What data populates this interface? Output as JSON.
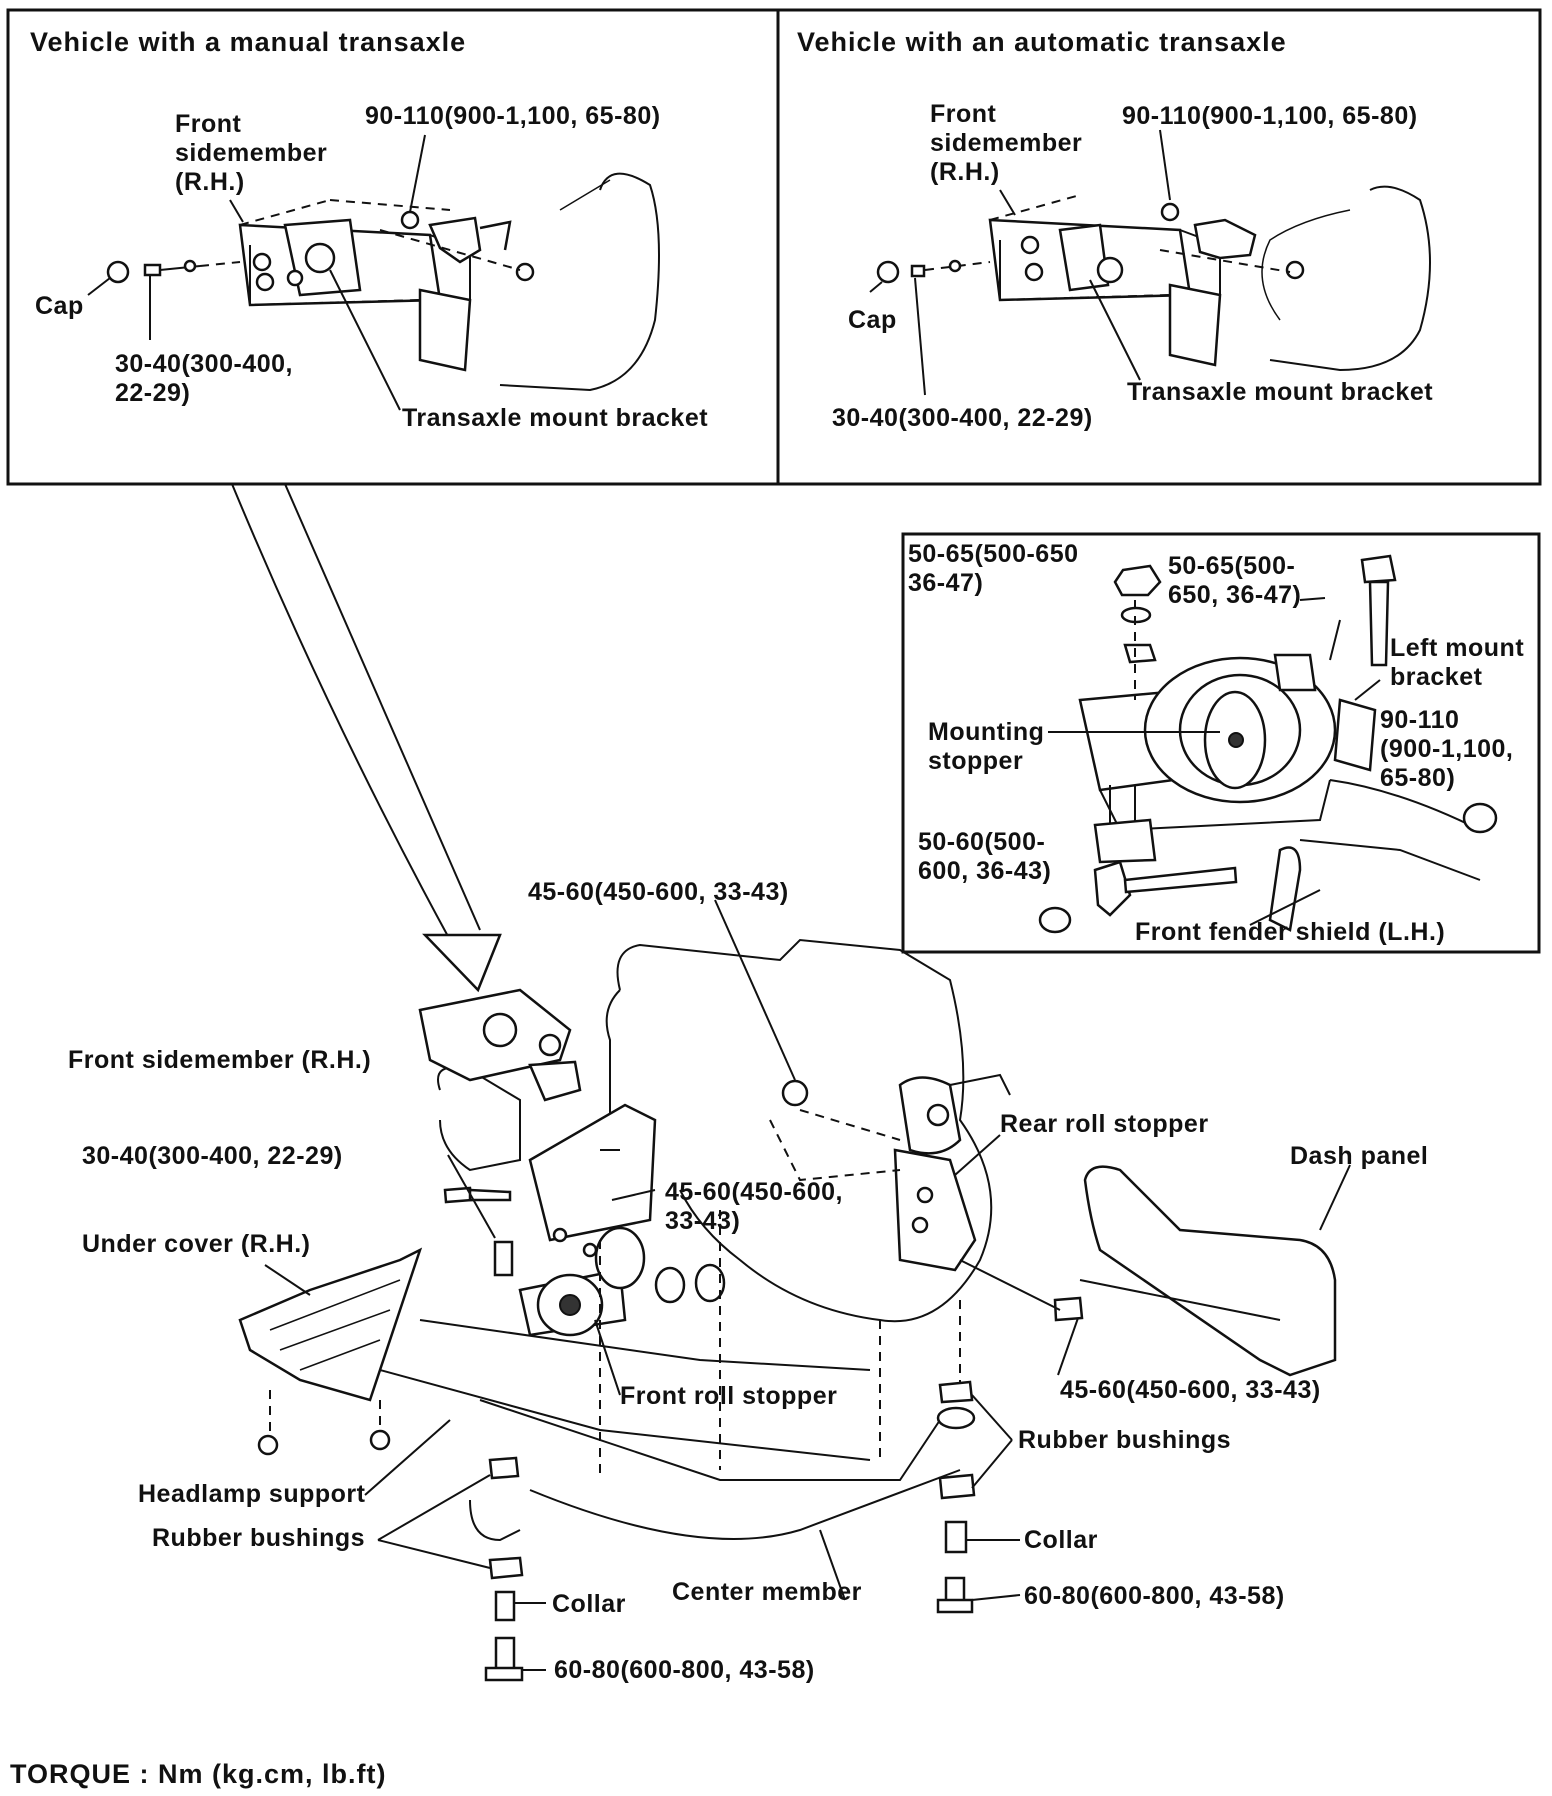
{
  "panels": {
    "manual": {
      "title": "Vehicle with a manual transaxle",
      "front_sidemember": "Front\nsidemember\n(R.H.)",
      "torque_top": "90-110(900-1,100, 65-80)",
      "cap": "Cap",
      "torque_bolt": "30-40(300-400,\n22-29)",
      "bracket": "Transaxle mount bracket"
    },
    "automatic": {
      "title": "Vehicle with an automatic transaxle",
      "front_sidemember": "Front\nsidemember\n(R.H.)",
      "torque_top": "90-110(900-1,100, 65-80)",
      "cap": "Cap",
      "bracket": "Transaxle mount bracket",
      "torque_bolt": "30-40(300-400, 22-29)"
    },
    "left_mount": {
      "torque_nut": "50-65(500-650\n36-47)",
      "torque_bolt": "50-65(500-\n650, 36-47)",
      "left_mount_bracket": "Left mount\nbracket",
      "mounting_stopper": "Mounting\nstopper",
      "torque_bracket": "90-110\n(900-1,100,\n65-80)",
      "torque_lower": "50-60(500-\n600, 36-43)",
      "fender_shield": "Front fender shield (L.H.)"
    }
  },
  "main": {
    "torque_rear_top": "45-60(450-600, 33-43)",
    "front_sidemember": "Front sidemember (R.H.)",
    "rear_roll_stopper": "Rear roll stopper",
    "torque_left_bolt": "30-40(300-400, 22-29)",
    "dash_panel": "Dash panel",
    "torque_mid": "45-60(450-600,\n33-43)",
    "under_cover": "Under cover (R.H.)",
    "front_roll_stopper": "Front roll stopper",
    "torque_rear_bolt": "45-60(450-600, 33-43)",
    "rubber_bushings_right": "Rubber bushings",
    "headlamp_support": "Headlamp support",
    "rubber_bushings_left": "Rubber bushings",
    "collar_right": "Collar",
    "collar_left": "Collar",
    "center_member": "Center member",
    "torque_bottom_right": "60-80(600-800, 43-58)",
    "torque_bottom_left": "60-80(600-800, 43-58)"
  },
  "footer": {
    "torque_units": "TORQUE : Nm (kg.cm, lb.ft)"
  }
}
